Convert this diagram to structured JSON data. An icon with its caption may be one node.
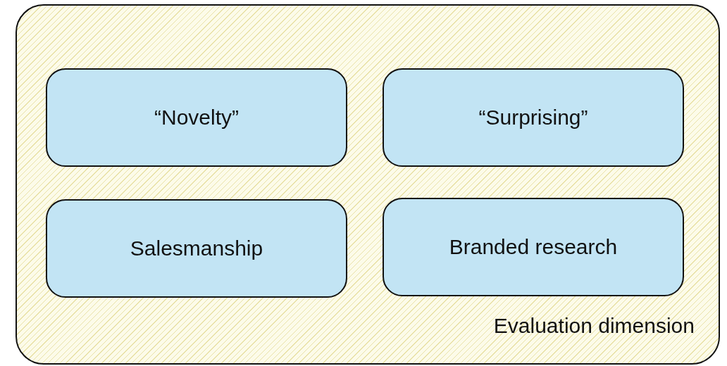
{
  "diagram": {
    "nodes": [
      {
        "text": [
          "Evaluation dimension"
        ]
      },
      {
        "text": [
          "“Novelty”"
        ],
        "in": 0
      },
      {
        "text": [
          "“Surprising”"
        ],
        "in": 0
      },
      {
        "text": [
          "Salesmanship"
        ],
        "in": 0
      },
      {
        "text": [
          "Branded research"
        ],
        "in": 0
      }
    ]
  }
}
